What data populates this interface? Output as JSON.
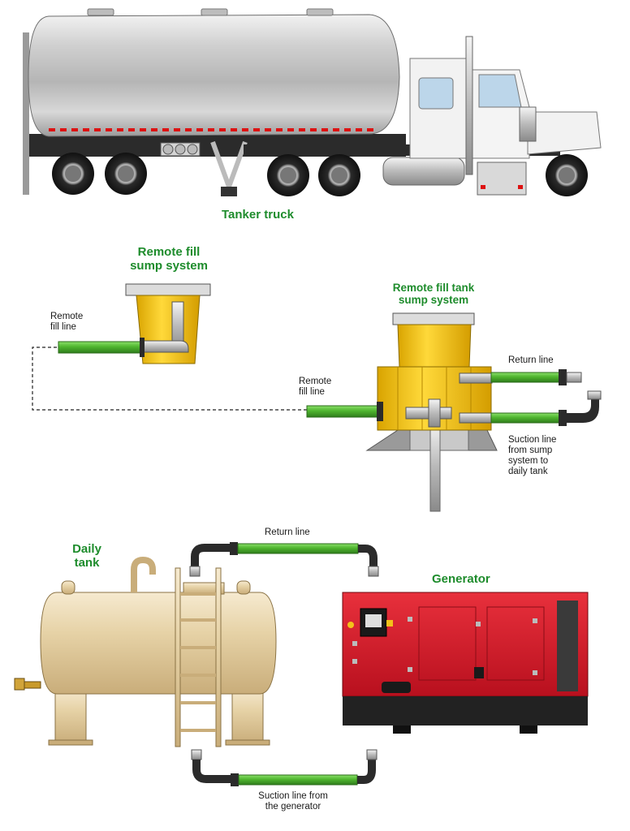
{
  "labels": {
    "tanker_truck": "Tanker truck",
    "remote_fill_sump_line1": "Remote fill",
    "remote_fill_sump_line2": "sump system",
    "remote_fill_tank_sump_line1": "Remote fill tank",
    "remote_fill_tank_sump_line2": "sump system",
    "remote_fill_line_left_1": "Remote",
    "remote_fill_line_left_2": "fill line",
    "remote_fill_line_mid_1": "Remote",
    "remote_fill_line_mid_2": "fill line",
    "return_line_upper": "Return line",
    "suction_line_sump_1": "Suction line",
    "suction_line_sump_2": "from sump",
    "suction_line_sump_3": "system to",
    "suction_line_sump_4": "daily tank",
    "daily_tank_1": "Daily",
    "daily_tank_2": "tank",
    "return_line_lower": "Return line",
    "generator": "Generator",
    "suction_line_gen_1": "Suction line from",
    "suction_line_gen_2": "the generator"
  },
  "colors": {
    "label_green": "#1e8c2c",
    "pipe_green": "#5cc43a",
    "sump_yellow": "#f2c318",
    "generator_red": "#d8192a",
    "tank_cream": "#e8d5a8",
    "truck_white": "#f2f2f2",
    "tanker_silver": "#c9c9c9"
  },
  "icons": {
    "wheel": "wheel-icon",
    "valve": "valve-icon",
    "control_panel": "control-panel-icon"
  }
}
